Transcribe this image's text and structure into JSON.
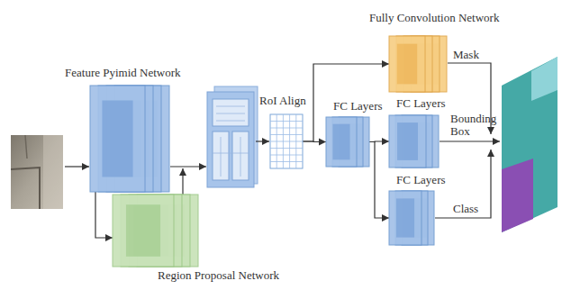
{
  "diagram": {
    "nodes": [
      {
        "text": [
          "Feature Pyimid Network"
        ]
      },
      {
        "text": [
          "Region Proposal Network"
        ]
      },
      {
        "text": [
          "RoI Align"
        ]
      },
      {
        "text": [
          "FC Layers"
        ]
      },
      {
        "text": [
          "Fully Convolution Network"
        ]
      },
      {
        "text": [
          "FC Layers"
        ]
      },
      {
        "text": [
          "FC Layers"
        ]
      }
    ],
    "edges": [
      {
        "from": 0,
        "to": 1,
        "arrow": "to"
      },
      {
        "from": 2,
        "to": 4,
        "arrow": "to"
      },
      {
        "from": 2,
        "to": 3,
        "arrow": "to"
      },
      {
        "from": 3,
        "to": 5,
        "arrow": "to"
      },
      {
        "from": 3,
        "to": 6,
        "arrow": "to"
      }
    ],
    "labels": [
      "Mask",
      "Bounding Box",
      "Class"
    ]
  }
}
